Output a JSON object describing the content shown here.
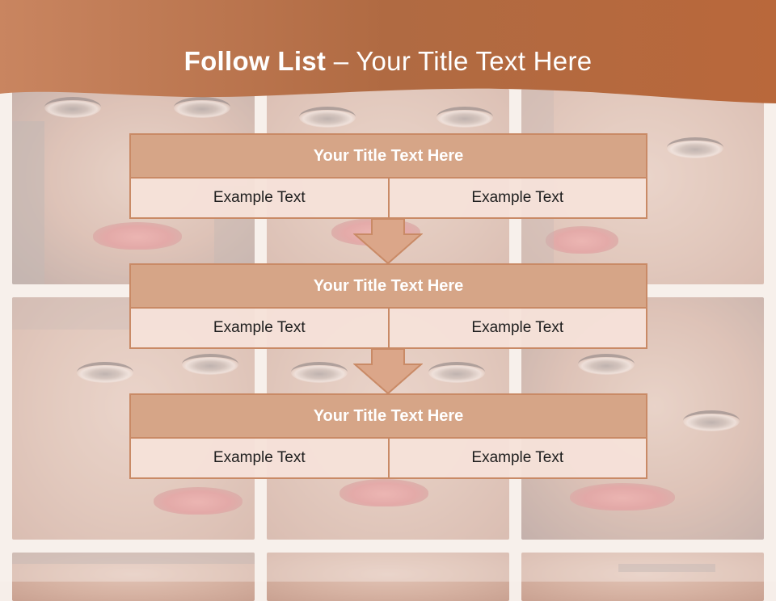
{
  "slide": {
    "title_bold": "Follow List",
    "title_rest": " – Your Title Text Here"
  },
  "steps": [
    {
      "title": "Your Title Text Here",
      "left": "Example Text",
      "right": "Example Text"
    },
    {
      "title": "Your Title Text Here",
      "left": "Example Text",
      "right": "Example Text"
    },
    {
      "title": "Your Title Text Here",
      "left": "Example Text",
      "right": "Example Text"
    }
  ],
  "colors": {
    "header": "#b86a3e",
    "block_title_fill": "#d6a587",
    "block_border": "#c98a66",
    "cell_fill": "#f6e2d9"
  }
}
